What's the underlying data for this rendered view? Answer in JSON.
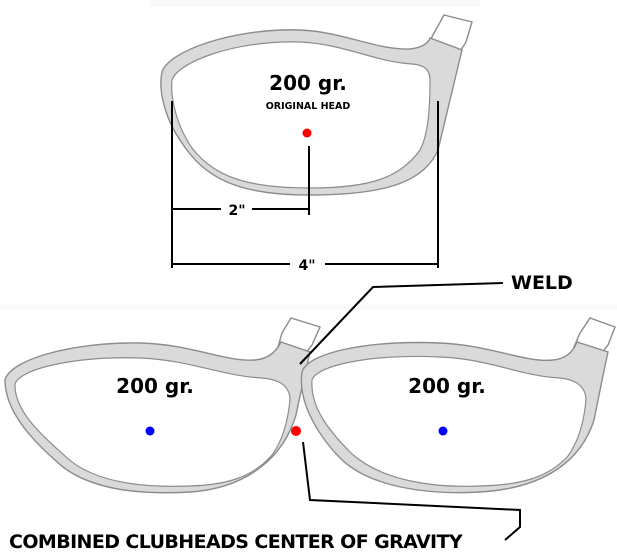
{
  "colors": {
    "background": "#ffffff",
    "shell_fill": "#dadada",
    "shell_stroke": "#8c8c8c",
    "original_cg": "#ff0000",
    "head_cg": "#0000ff",
    "combined_cg": "#ff0000",
    "lines": "#000000"
  },
  "top_head": {
    "weight": "200 gr.",
    "caption": "ORIGINAL HEAD",
    "dimension_half": "2\"",
    "dimension_full": "4\""
  },
  "bottom": {
    "left_head": {
      "weight": "200 gr."
    },
    "right_head": {
      "weight": "200 gr."
    },
    "weld_label": "WELD",
    "combined_cg_label": "COMBINED CLUBHEADS CENTER OF GRAVITY"
  },
  "icons": {
    "clubhead": "driver-clubhead-outline",
    "cg_marker": "dot"
  }
}
